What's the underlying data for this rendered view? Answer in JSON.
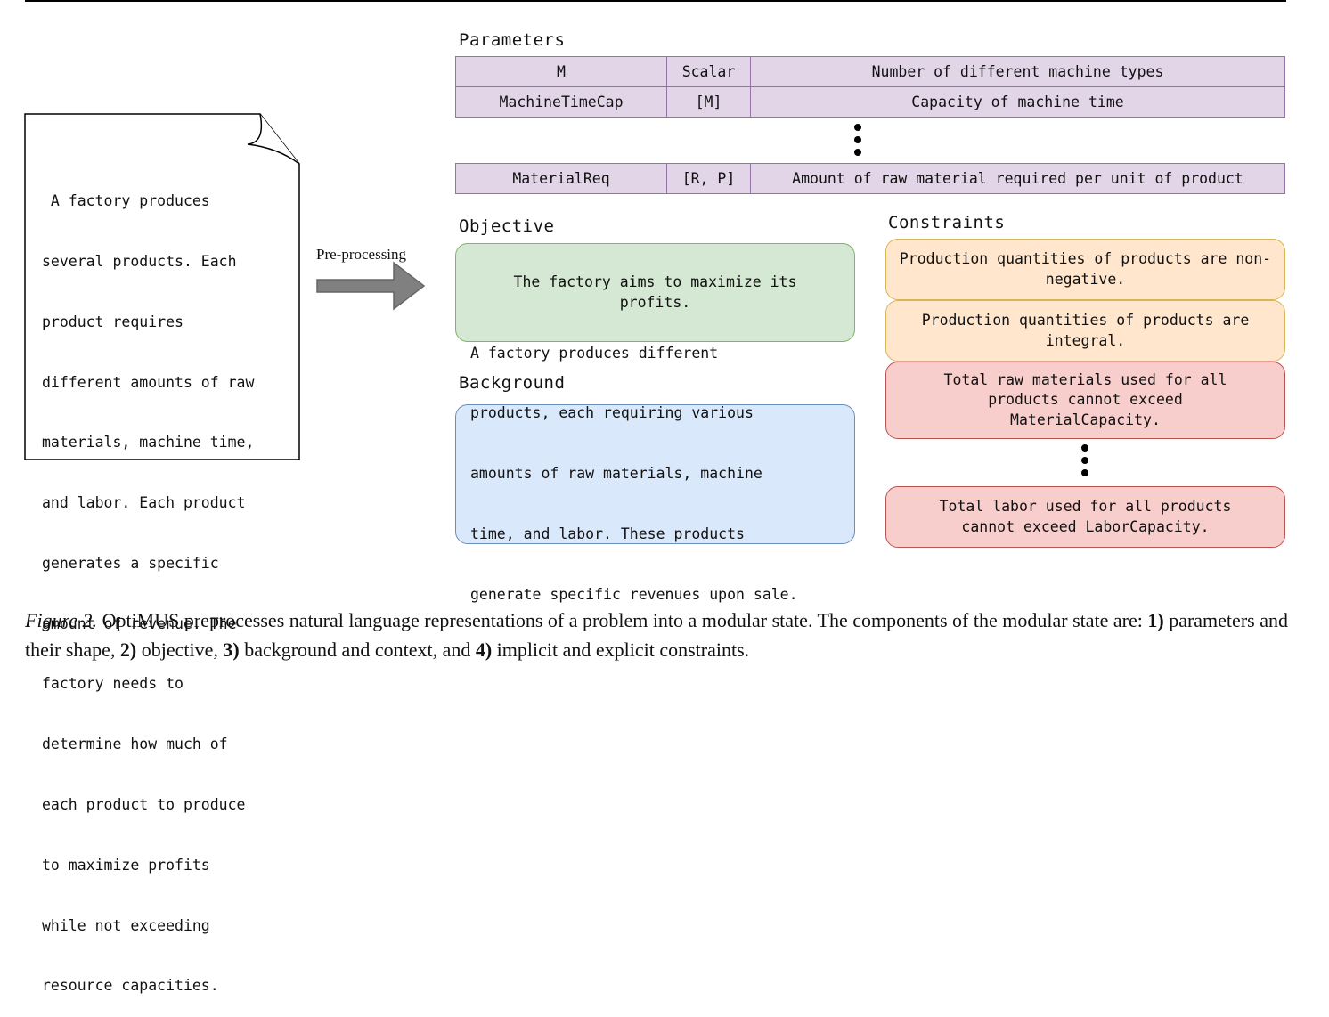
{
  "input_text": {
    "lines": [
      " A factory produces",
      "several products. Each",
      "product requires",
      "different amounts of raw",
      "materials, machine time,",
      "and labor. Each product",
      "generates a specific",
      "amount of revenue. The",
      "factory needs to",
      "determine how much of",
      "each product to produce",
      "to maximize profits",
      "while not exceeding",
      "resource capacities."
    ]
  },
  "arrow": {
    "label": "Pre-processing"
  },
  "parameters": {
    "heading": "Parameters",
    "rows": [
      {
        "name": "M",
        "shape": "Scalar",
        "description": "Number of different machine types"
      },
      {
        "name": "MachineTimeCap",
        "shape": "[M]",
        "description": "Capacity of machine time"
      },
      {
        "name": "MaterialReq",
        "shape": "[R, P]",
        "description": "Amount of raw material required per unit of product"
      }
    ]
  },
  "objective": {
    "heading": "Objective",
    "text": "The factory aims to maximize its profits."
  },
  "background": {
    "heading": "Background",
    "lines": [
      "A factory produces different",
      "products, each requiring various",
      "amounts of raw materials, machine",
      "time, and labor. These products",
      "generate specific revenues upon sale."
    ]
  },
  "constraints": {
    "heading": "Constraints",
    "items": [
      {
        "text": "Production quantities of products are non-negative.",
        "color": "#ffe6cc"
      },
      {
        "text": "Production quantities of products are integral.",
        "color": "#ffe6cc"
      },
      {
        "text": "Total raw materials used for all products cannot exceed MaterialCapacity.",
        "color": "#f8cecc"
      },
      {
        "text": "Total labor used for all products cannot exceed LaborCapacity.",
        "color": "#f8cecc"
      }
    ]
  },
  "caption": {
    "figure_label": "Figure 2.",
    "sentence1": " OptiMUS preprocesses natural language representations of a problem into a modular state. The components of the modular state are: ",
    "n1": "1)",
    "t1": " parameters and their shape, ",
    "n2": "2)",
    "t2": " objective, ",
    "n3": "3)",
    "t3": " background and context, and ",
    "n4": "4)",
    "t4": " implicit and explicit constraints."
  }
}
